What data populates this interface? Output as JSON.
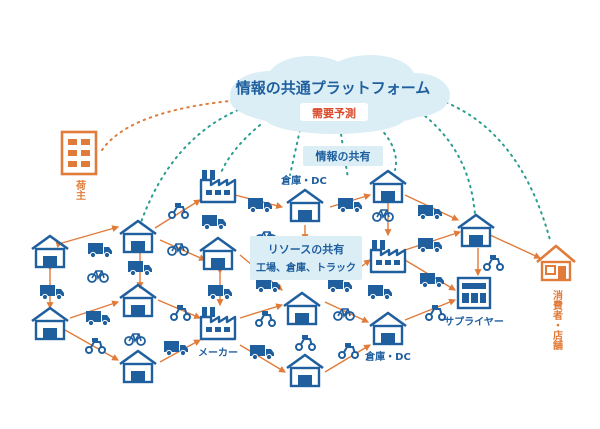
{
  "platform": {
    "title": "情報の共通プラットフォーム",
    "forecast": "需要予測"
  },
  "info_share": "情報の共有",
  "resource_share": {
    "title": "リソースの共有",
    "subtitle": "工場、倉庫、トラック"
  },
  "shipper": "荷主",
  "consumer": "消費者・店舗",
  "labels": {
    "warehouse_dc_top": "倉庫・DC",
    "warehouse_dc_bottom": "倉庫・DC",
    "maker": "メーカー",
    "supplier": "サプライヤー"
  },
  "colors": {
    "blue": "#1f5f9e",
    "orange": "#e07b39",
    "teal": "#2a9d8f",
    "cloud": "#dbeef6",
    "red": "#d94b2b"
  }
}
